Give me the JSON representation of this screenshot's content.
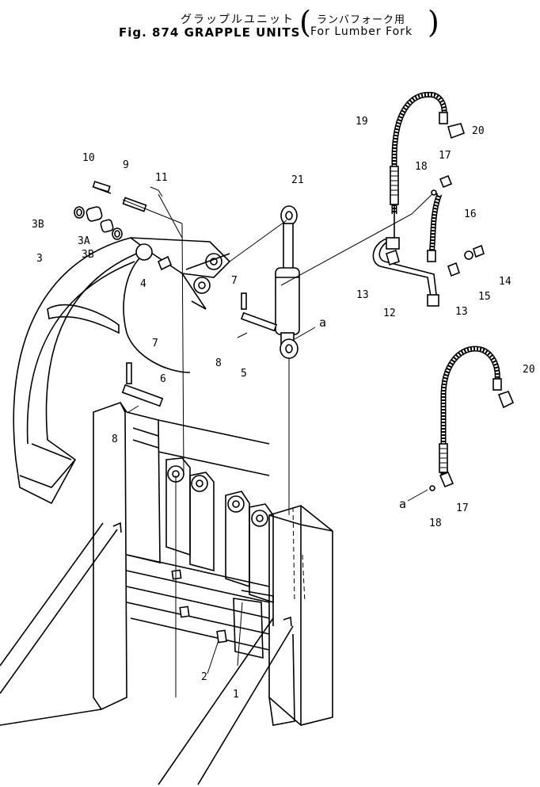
{
  "title": {
    "japanese": "グラップルユニット",
    "japanese_sub": "ランバフォーク用",
    "english": "Fig. 874 GRAPPLE UNITS",
    "english_sub": "For Lumber Fork"
  },
  "callouts": [
    {
      "id": "c1",
      "text": "1"
    },
    {
      "id": "c2",
      "text": "2"
    },
    {
      "id": "c3",
      "text": "3"
    },
    {
      "id": "c3a",
      "text": "3A"
    },
    {
      "id": "c3b1",
      "text": "3B"
    },
    {
      "id": "c3b2",
      "text": "3B"
    },
    {
      "id": "c4",
      "text": "4"
    },
    {
      "id": "c5",
      "text": "5"
    },
    {
      "id": "c6",
      "text": "6"
    },
    {
      "id": "c7a",
      "text": "7"
    },
    {
      "id": "c7b",
      "text": "7"
    },
    {
      "id": "c8a",
      "text": "8"
    },
    {
      "id": "c8b",
      "text": "8"
    },
    {
      "id": "c9",
      "text": "9"
    },
    {
      "id": "c10",
      "text": "10"
    },
    {
      "id": "c11",
      "text": "11"
    },
    {
      "id": "c12",
      "text": "12"
    },
    {
      "id": "c13a",
      "text": "13"
    },
    {
      "id": "c13b",
      "text": "13"
    },
    {
      "id": "c14",
      "text": "14"
    },
    {
      "id": "c15",
      "text": "15"
    },
    {
      "id": "c16",
      "text": "16"
    },
    {
      "id": "c17a",
      "text": "17"
    },
    {
      "id": "c17b",
      "text": "17"
    },
    {
      "id": "c18a",
      "text": "18"
    },
    {
      "id": "c18b",
      "text": "18"
    },
    {
      "id": "c19",
      "text": "19"
    },
    {
      "id": "c20a",
      "text": "20"
    },
    {
      "id": "c20b",
      "text": "20"
    },
    {
      "id": "c21",
      "text": "21"
    },
    {
      "id": "ca1",
      "text": "a"
    },
    {
      "id": "ca2",
      "text": "a"
    }
  ]
}
